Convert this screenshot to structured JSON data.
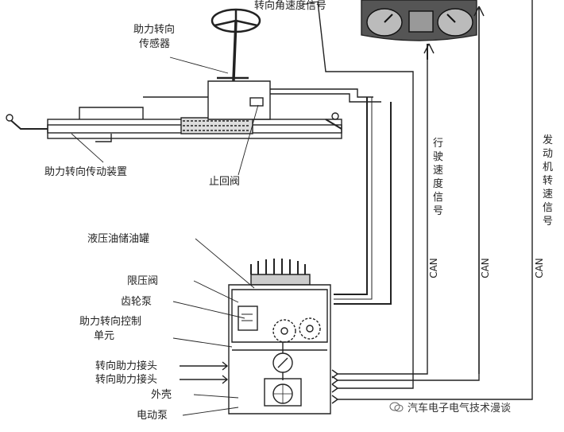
{
  "labels": {
    "angle_signal": "转向角速度信号",
    "sensor_line1": "助力转向",
    "sensor_line2": "传感器",
    "transmission": "助力转向传动装置",
    "check_valve": "止回阀",
    "vehicle_speed_signal": "行驶速度信号",
    "engine_speed_signal": "发动机转速信号",
    "can_1": "CAN",
    "can_2": "CAN",
    "can_3": "CAN",
    "reservoir": "液压油储油罐",
    "limit_valve": "限压阀",
    "gear_pump": "齿轮泵",
    "control_unit_line1": "助力转向控制",
    "control_unit_line2": "单元",
    "connector_1": "转向助力接头",
    "connector_2": "转向助力接头",
    "housing": "外壳",
    "electric_pump": "电动泵"
  },
  "watermark": "汽车电子电气技术漫谈"
}
